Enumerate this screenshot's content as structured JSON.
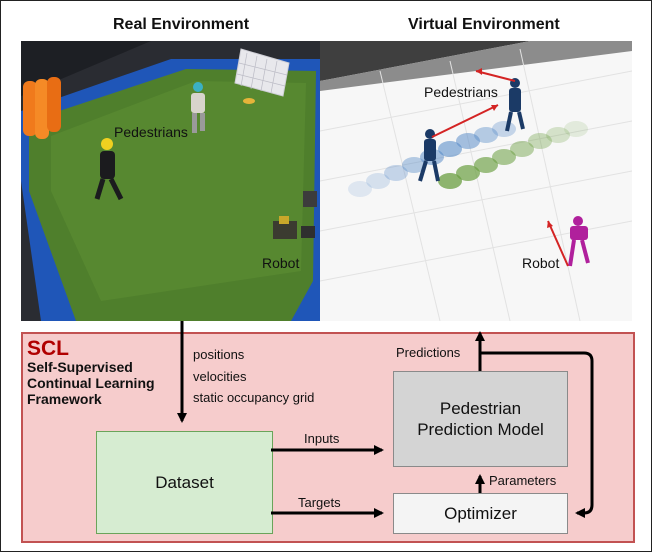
{
  "headers": {
    "real": "Real Environment",
    "virtual": "Virtual Environment"
  },
  "real_photo": {
    "pedestrians_label": "Pedestrians",
    "robot_label": "Robot"
  },
  "virtual_scene": {
    "pedestrians_label": "Pedestrians",
    "robot_label": "Robot"
  },
  "framework": {
    "acronym": "SCL",
    "name_lines": [
      "Self-Supervised",
      "Continual Learning",
      "Framework"
    ],
    "data_labels": [
      "positions",
      "velocities",
      "static occupancy grid"
    ],
    "dataset_box": "Dataset",
    "model_box_lines": [
      "Pedestrian",
      "Prediction Model"
    ],
    "optimizer_box": "Optimizer",
    "edge_labels": {
      "inputs": "Inputs",
      "targets": "Targets",
      "predictions": "Predictions",
      "parameters": "Parameters"
    }
  },
  "colors": {
    "panel_fill": "#f6cccc",
    "panel_border": "#c25252",
    "acronym": "#b00000",
    "dataset_fill": "#d6ecd1",
    "model_fill": "#d4d4d4",
    "optimizer_fill": "#f4f4f4"
  }
}
